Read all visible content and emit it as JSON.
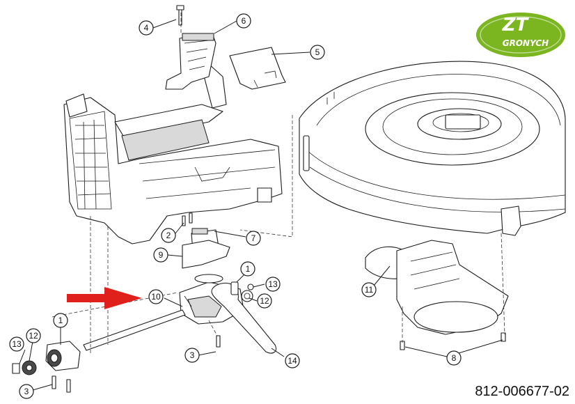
{
  "logo": {
    "mark": "ZT",
    "name": "GRONYCH",
    "color": "#7bb51f"
  },
  "part_number": "812-006677-02",
  "arrow_color": "#e0201b",
  "callouts": [
    {
      "id": "c4",
      "label": "4"
    },
    {
      "id": "c6",
      "label": "6"
    },
    {
      "id": "c5",
      "label": "5"
    },
    {
      "id": "c2",
      "label": "2"
    },
    {
      "id": "c7",
      "label": "7"
    },
    {
      "id": "c9",
      "label": "9"
    },
    {
      "id": "c1a",
      "label": "1"
    },
    {
      "id": "c13a",
      "label": "13"
    },
    {
      "id": "c12a",
      "label": "12"
    },
    {
      "id": "c10",
      "label": "10"
    },
    {
      "id": "c11",
      "label": "11"
    },
    {
      "id": "c1b",
      "label": "1"
    },
    {
      "id": "c13b",
      "label": "13"
    },
    {
      "id": "c12b",
      "label": "12"
    },
    {
      "id": "c3a",
      "label": "3"
    },
    {
      "id": "c3b",
      "label": "3"
    },
    {
      "id": "c14",
      "label": "14"
    },
    {
      "id": "c8",
      "label": "8"
    }
  ]
}
